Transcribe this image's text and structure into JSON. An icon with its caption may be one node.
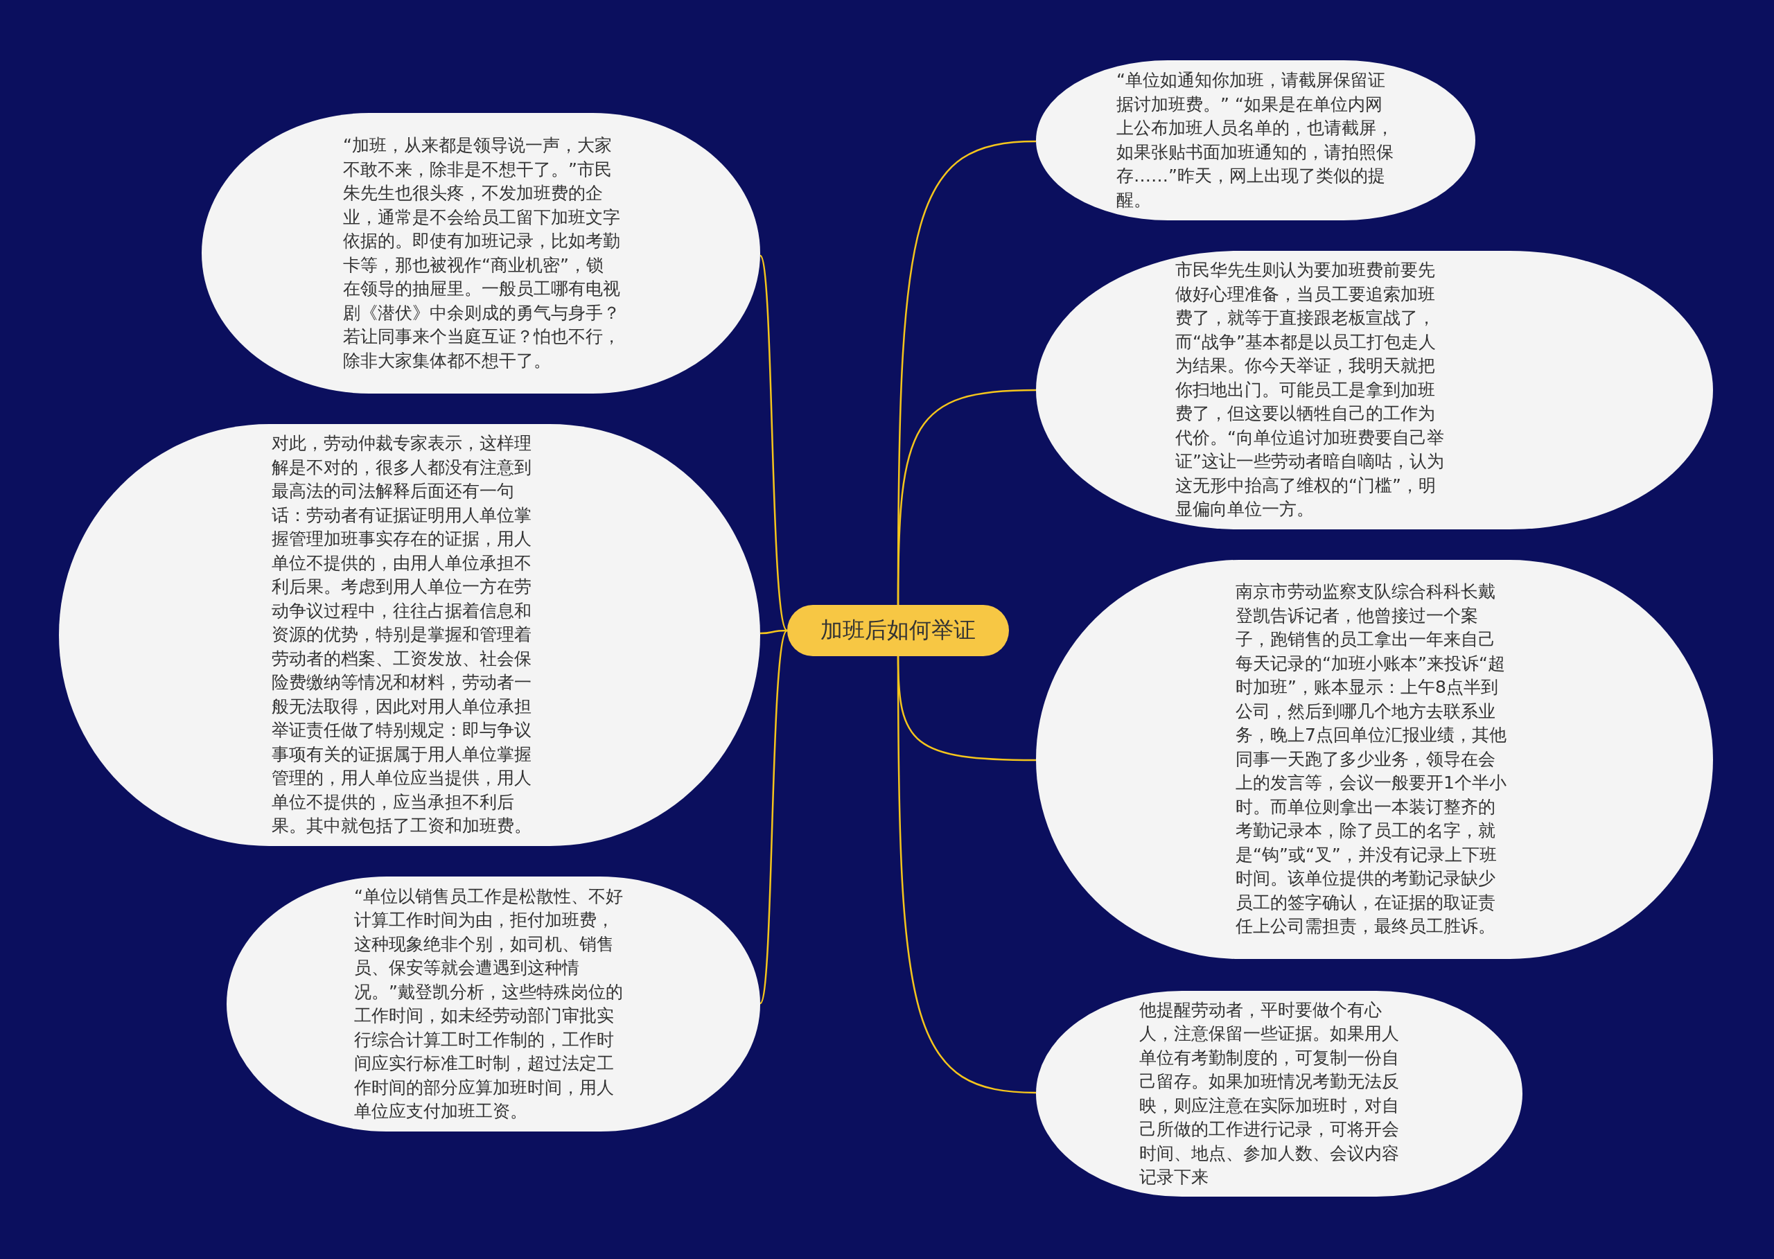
{
  "diagram": {
    "nodes": [
      {
        "text": [
          "加班后如何举证"
        ]
      },
      {
        "text": [
          "“加班，从来都是领导说一声，大家不敢不来，除非是不想干了。”市民朱先生也很头疼，不发加班费的企业，通常是不会给员工留下加班文字依据的。即使有加班记录，比如考勤卡等，那也被视作“商业机密”，锁在领导的抽屉里。一般员工哪有电视剧《潜伏》中余则成的勇气与身手？若让同事来个当庭互证？怕也不行，除非大家集体都不想干了。"
        ]
      },
      {
        "text": [
          "对此，劳动仲裁专家表示，这样理解是不对的，很多人都没有注意到最高法的司法解释后面还有一句话：劳动者有证据证明用人单位掌握管理加班事实存在的证据，用人单位不提供的，由用人单位承担不利后果。考虑到用人单位一方在劳动争议过程中，往往占据着信息和资源的优势，特别是掌握和管理着劳动者的档案、工资发放、社会保险费缴纳等情况和材料，劳动者一般无法取得，因此对用人单位承担举证责任做了特别规定：即与争议事项有关的证据属于用人单位掌握管理的，用人单位应当提供，用人单位不提供的，应当承担不利后果。其中就包括了工资和加班费。"
        ]
      },
      {
        "text": [
          "“单位以销售员工作是松散性、不好计算工作时间为由，拒付加班费，这种现象绝非个别，如司机、销售员、保安等就会遭遇到这种情况。”戴登凯分析，这些特殊岗位的工作时间，如未经劳动部门审批实行综合计算工时工作制的，工作时间应实行标准工时制，超过法定工作时间的部分应算加班时间，用人单位应支付加班工资。"
        ]
      },
      {
        "text": [
          "“单位如通知你加班，请截屏保留证据讨加班费。”  “如果是在单位内网上公布加班人员名单的，也请截屏，如果张贴书面加班通知的，请拍照保存……”昨天，网上出现了类似的提醒。"
        ]
      },
      {
        "text": [
          "市民华先生则认为要加班费前要先做好心理准备，当员工要追索加班费了，就等于直接跟老板宣战了，而“战争”基本都是以员工打包走人为结果。你今天举证，我明天就把你扫地出门。可能员工是拿到加班费了，但这要以牺牲自己的工作为代价。“向单位追讨加班费要自己举证”这让一些劳动者暗自嘀咕，认为这无形中抬高了维权的“门槛”，明显偏向单位一方。"
        ]
      },
      {
        "text": [
          "南京市劳动监察支队综合科科长戴登凯告诉记者，他曾接过一个案子，跑销售的员工拿出一年来自己每天记录的“加班小账本”来投诉“超时加班”，账本显示：上午8点半到公司，然后到哪几个地方去联系业务，晚上7点回单位汇报业绩，其他同事一天跑了多少业务，领导在会上的发言等，会议一般要开1个半小时。而单位则拿出一本装订整齐的考勤记录本，除了员工的名字，就是“钩”或“叉”，并没有记录上下班时间。该单位提供的考勤记录缺少员工的签字确认，在证据的取证责任上公司需担责，最终员工胜诉。"
        ]
      },
      {
        "text": [
          "他提醒劳动者，平时要做个有心人，注意保留一些证据。如果用人单位有考勤制度的，可复制一份自己留存。如果加班情况考勤无法反映，则应注意在实际加班时，对自己所做的工作进行记录，可将开会时间、地点、参加人数、会议内容记录下来"
        ]
      }
    ],
    "edges": [
      {
        "from": 0,
        "to": 1,
        "arrow": "none"
      },
      {
        "from": 0,
        "to": 2,
        "arrow": "none"
      },
      {
        "from": 0,
        "to": 3,
        "arrow": "none"
      },
      {
        "from": 0,
        "to": 4,
        "arrow": "none"
      },
      {
        "from": 0,
        "to": 5,
        "arrow": "none"
      },
      {
        "from": 0,
        "to": 6,
        "arrow": "none"
      },
      {
        "from": 0,
        "to": 7,
        "arrow": "none"
      }
    ]
  }
}
